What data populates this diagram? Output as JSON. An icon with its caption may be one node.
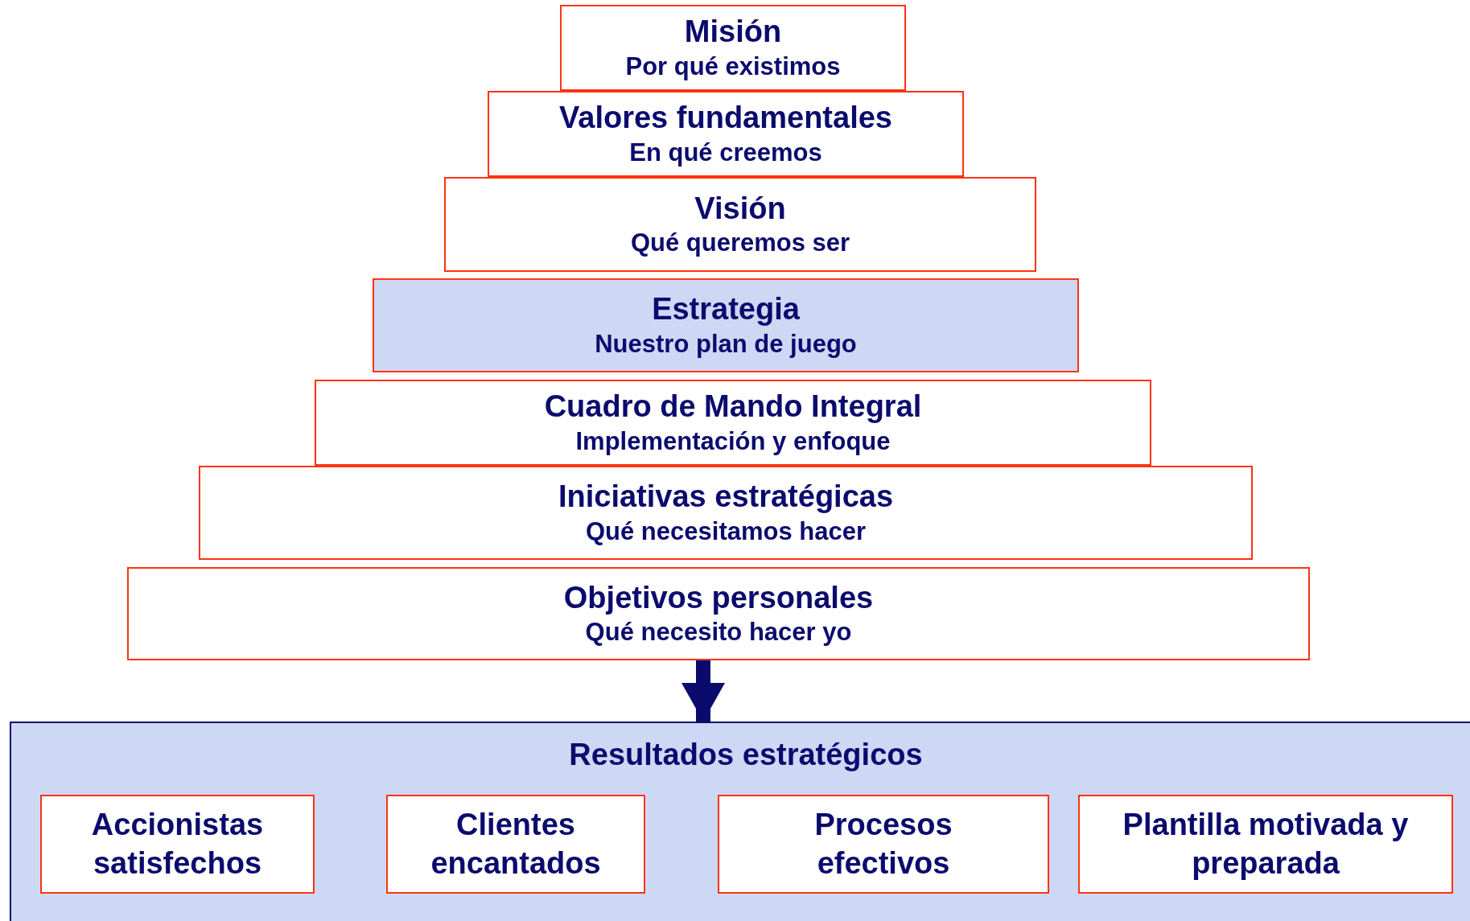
{
  "diagram": {
    "nodes": [
      {
        "text": [
          "Misión",
          "Por qué existimos"
        ]
      },
      {
        "text": [
          "Valores fundamentales",
          "En qué creemos"
        ]
      },
      {
        "text": [
          "Visión",
          "Qué queremos ser"
        ]
      },
      {
        "text": [
          "Estrategia",
          "Nuestro plan de juego"
        ]
      },
      {
        "text": [
          "Cuadro de Mando Integral",
          "Implementación y enfoque"
        ]
      },
      {
        "text": [
          "Iniciativas estratégicas",
          "Qué necesitamos hacer"
        ]
      },
      {
        "text": [
          "Objetivos personales",
          "Qué necesito hacer yo"
        ]
      },
      {
        "text": [
          "Resultados estratégicos"
        ]
      },
      {
        "text": [
          "Accionistas satisfechos"
        ],
        "in": 7
      },
      {
        "text": [
          "Clientes encantados"
        ],
        "in": 7
      },
      {
        "text": [
          "Procesos efectivos"
        ],
        "in": 7
      },
      {
        "text": [
          "Plantilla motivada y preparada"
        ],
        "in": 7
      }
    ],
    "edges": [
      {
        "from": 6,
        "to": 7,
        "arrow": "to"
      }
    ]
  }
}
